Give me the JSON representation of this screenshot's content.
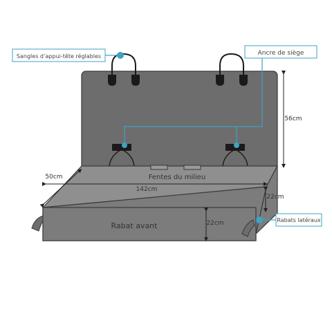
{
  "callouts": {
    "headrest_straps": "Sangles d’appui-tête réglables",
    "seat_anchor": "Ancre de siège",
    "side_flaps": "Rabats latéraux"
  },
  "labels": {
    "middle_slots": "Fentes du milieu",
    "front_flap": "Rabat avant"
  },
  "dimensions": {
    "height_back": "56cm",
    "depth": "50cm",
    "width": "142cm",
    "side_flap_height": "22cm",
    "front_flap_height": "22cm"
  },
  "colors": {
    "fabric_dark": "#6d6d6d",
    "fabric_mid": "#7c7c7c",
    "fabric_light": "#8f8f8f",
    "outline": "#3a3a3a",
    "accent": "#3ea3c4",
    "strap": "#1a1a1a"
  }
}
